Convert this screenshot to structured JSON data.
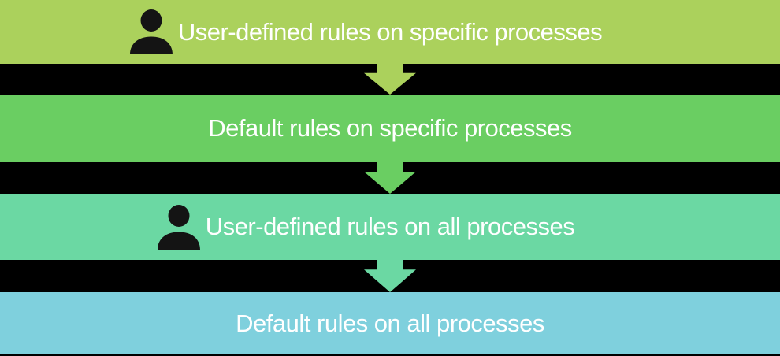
{
  "diagram": {
    "type": "flow",
    "direction": "top-down",
    "rows": [
      {
        "label": "User-defined rules on specific processes",
        "color": "#abd15c",
        "icon": "person",
        "text_color": "#ffffff"
      },
      {
        "label": "Default rules on specific processes",
        "color": "#6ace62",
        "icon": null,
        "text_color": "#ffffff"
      },
      {
        "label": "User-defined rules on all processes",
        "color": "#6bd8a3",
        "icon": "person",
        "text_color": "#ffffff"
      },
      {
        "label": "Default rules on all processes",
        "color": "#7fd0dd",
        "icon": null,
        "text_color": "#ffffff"
      }
    ],
    "arrows": [
      {
        "direction": "down",
        "color": "#abd15c"
      },
      {
        "direction": "down",
        "color": "#6ace62"
      },
      {
        "direction": "down",
        "color": "#6bd8a3"
      }
    ],
    "colors": {
      "gap_background": "#000000",
      "icon": "#141414",
      "text": "#ffffff"
    }
  }
}
